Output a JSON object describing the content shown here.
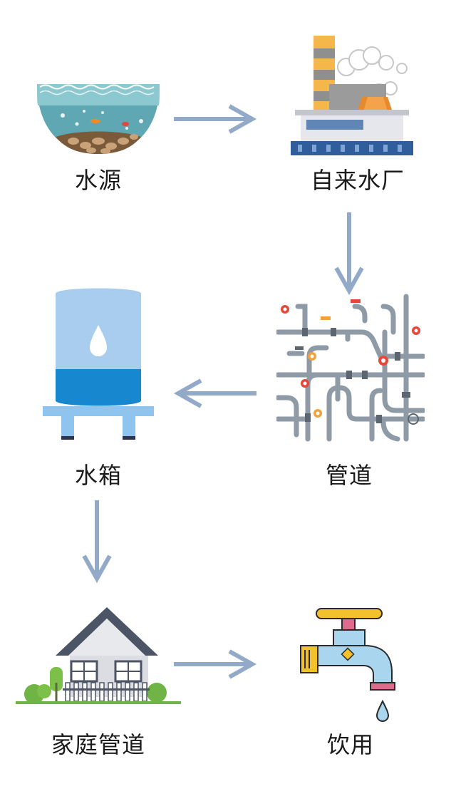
{
  "diagram": {
    "nodes": [
      {
        "id": "water-source",
        "label": "水源",
        "icon": "water-source-icon"
      },
      {
        "id": "water-plant",
        "label": "自来水厂",
        "icon": "factory-icon"
      },
      {
        "id": "pipes",
        "label": "管道",
        "icon": "pipes-icon"
      },
      {
        "id": "water-tank",
        "label": "水箱",
        "icon": "water-tank-icon"
      },
      {
        "id": "home-pipes",
        "label": "家庭管道",
        "icon": "house-icon"
      },
      {
        "id": "drinking",
        "label": "饮用",
        "icon": "faucet-icon"
      }
    ],
    "edges": [
      {
        "from": "water-source",
        "to": "water-plant"
      },
      {
        "from": "water-plant",
        "to": "pipes"
      },
      {
        "from": "pipes",
        "to": "water-tank"
      },
      {
        "from": "water-tank",
        "to": "home-pipes"
      },
      {
        "from": "home-pipes",
        "to": "drinking"
      }
    ],
    "colors": {
      "arrow": "#93a9c8",
      "water": "#6fb6c9",
      "tank_light": "#a9cdef",
      "tank_dark": "#1787cf",
      "pipe": "#9aa6b0",
      "faucet_body": "#a9d6ee",
      "faucet_handle": "#f3c12b"
    }
  }
}
